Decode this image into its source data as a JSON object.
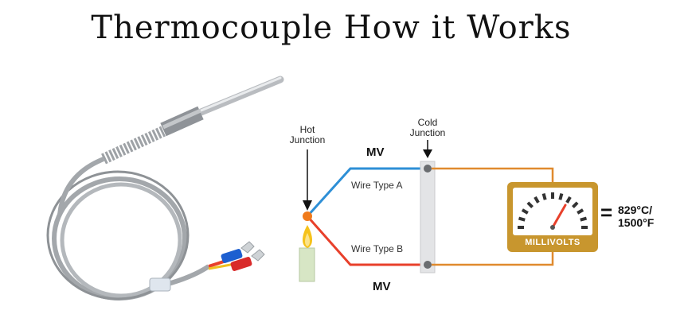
{
  "title": "Thermocouple How it Works",
  "labels": {
    "hot_junction_line1": "Hot",
    "hot_junction_line2": "Junction",
    "cold_junction_line1": "Cold",
    "cold_junction_line2": "Junction",
    "mv_top": "MV",
    "mv_bottom": "MV",
    "wire_a": "Wire Type A",
    "wire_b": "Wire Type B",
    "meter": "MILLIVOLTS",
    "equals": "=",
    "result_line1": "829°C/",
    "result_line2": "1500°F"
  },
  "colors": {
    "wire_a": "#2e8fd6",
    "wire_b": "#e8402b",
    "lead": "#e08a2e",
    "meter_frame": "#c8962e",
    "junction": "#f07a1a"
  }
}
